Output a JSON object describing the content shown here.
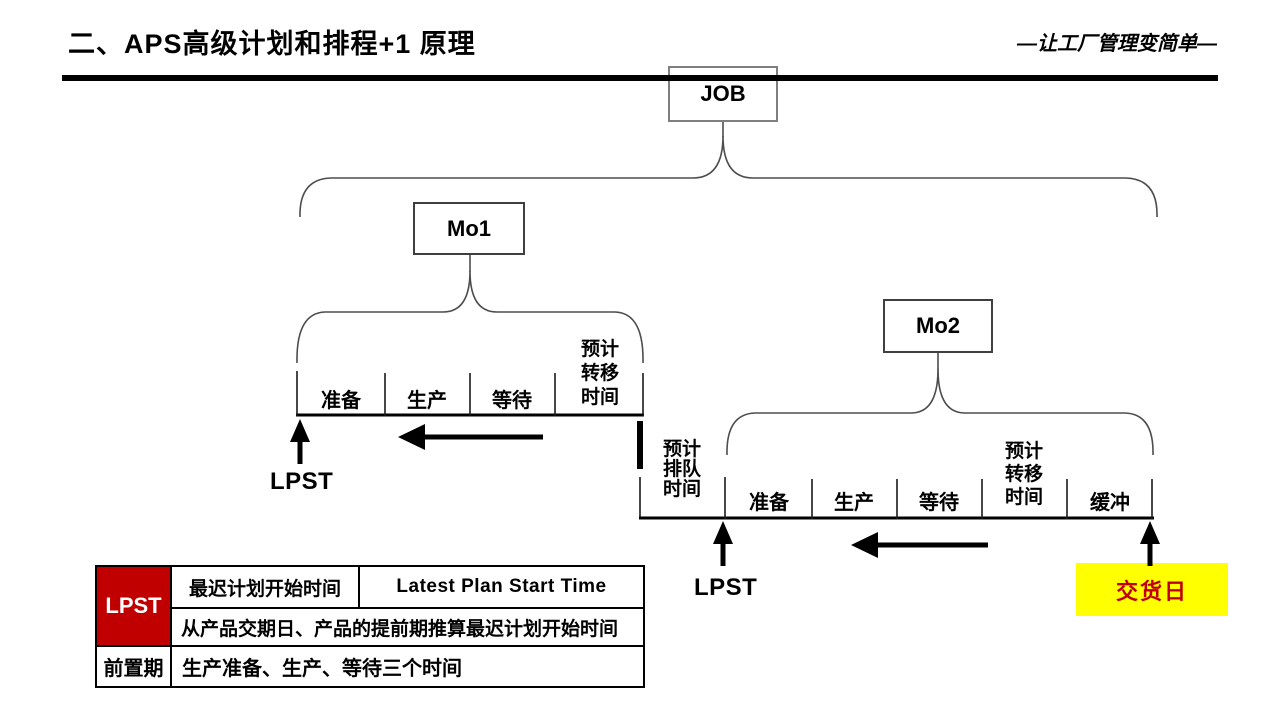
{
  "header": {
    "title": "二、APS高级计划和排程+1 原理",
    "slogan": "—让工厂管理变简单—"
  },
  "nodes": {
    "job": "JOB",
    "mo1": "Mo1",
    "mo2": "Mo2"
  },
  "mo1": {
    "segments": [
      "准备",
      "生产",
      "等待"
    ],
    "transfer": [
      "预计",
      "转移",
      "时间"
    ],
    "lpst": "LPST"
  },
  "queue": {
    "lines": [
      "预计",
      "排队",
      "时间"
    ]
  },
  "mo2": {
    "segments": [
      "准备",
      "生产",
      "等待"
    ],
    "transfer": [
      "预计",
      "转移",
      "时间"
    ],
    "buffer": "缓冲",
    "lpst": "LPST",
    "delivery": "交货日"
  },
  "table": {
    "lpst": "LPST",
    "row1_cn": "最迟计划开始时间",
    "row1_en": "Latest Plan Start Time",
    "row2": "从产品交期日、产品的提前期推算最迟计划开始时间",
    "row3_label": "前置期",
    "row3_text": "生产准备、生产、等待三个时间"
  },
  "colors": {
    "accent_red": "#C00000",
    "highlight_yellow": "#FFFF00",
    "line_black": "#000000",
    "box_border_gray": "#7f7f7f"
  }
}
